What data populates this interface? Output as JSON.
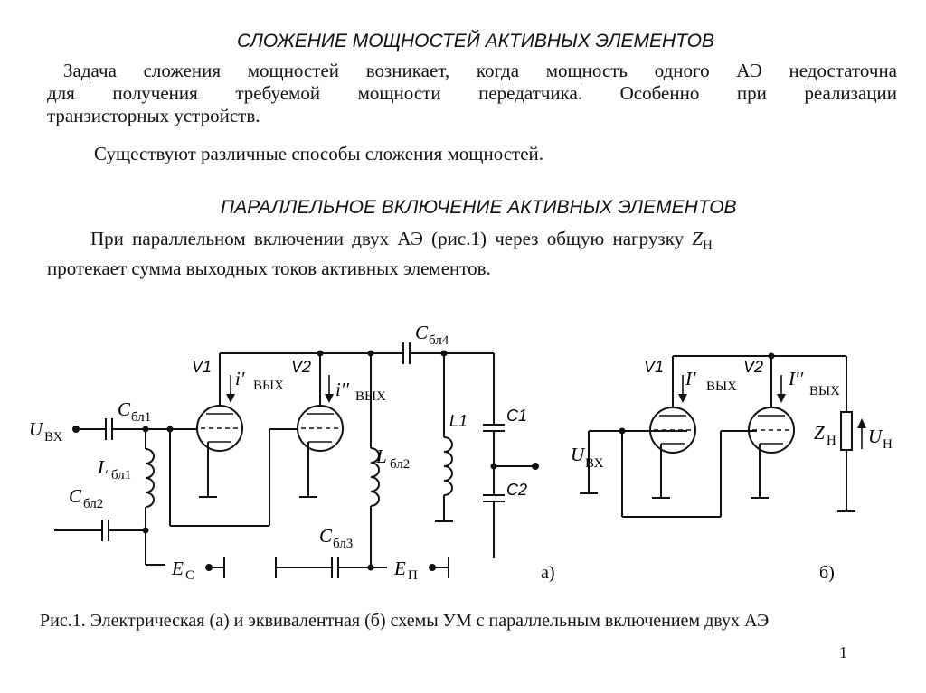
{
  "heading1": "СЛОЖЕНИЕ МОЩНОСТЕЙ АКТИВНЫХ ЭЛЕМЕНТОВ",
  "para1": {
    "line1": "Задача сложения мощностей возникает, когда мощность одного АЭ недостаточна",
    "line2": "для получения требуемой мощности передатчика. Особенно при реализации",
    "line3": "транзисторных устройств."
  },
  "para2": "Существуют различные способы сложения мощностей.",
  "heading2": "ПАРАЛЛЕЛЬНОЕ ВКЛЮЧЕНИЕ АКТИВНЫХ ЭЛЕМЕНТОВ",
  "para3": {
    "line1_a": "При параллельном включении двух АЭ (рис.1)  через общую нагрузку ",
    "line1_z": "Z",
    "line1_sub": "Н",
    "line2": "протекает сумма выходных токов активных элементов."
  },
  "diagram_a": {
    "v1": "V1",
    "v2": "V2",
    "i1_main": "i′",
    "i1_sub": "ВЫХ",
    "i2_main": "i′′",
    "i2_sub": "ВЫХ",
    "uin_main": "U",
    "uin_sub": "ВХ",
    "cbl1_main": "C",
    "cbl1_sub": "бл1",
    "lbl1_main": "L",
    "lbl1_sub": "бл1",
    "cbl2_main": "C",
    "cbl2_sub": "бл2",
    "cbl3_main": "C",
    "cbl3_sub": "бл3",
    "cbl4_main": "C",
    "cbl4_sub": "бл4",
    "lbl2_main": "L",
    "lbl2_sub": "бл2",
    "l1": "L1",
    "c1": "C1",
    "c2": "C2",
    "ec_main": "E",
    "ec_sub": "C",
    "ep_main": "E",
    "ep_sub": "П",
    "label": "а)"
  },
  "diagram_b": {
    "v1": "V1",
    "v2": "V2",
    "i1_main": "I′",
    "i1_sub": "ВЫХ",
    "i2_main": "I′′",
    "i2_sub": "ВЫХ",
    "uin_main": "U",
    "uin_sub": "ВХ",
    "zh_main": "Z",
    "zh_sub": "Н",
    "uh_main": "U",
    "uh_sub": "Н",
    "label": "б)"
  },
  "caption": "Рис.1. Электрическая (а) и эквивалентная (б) схемы УМ с параллельным включением двух АЭ",
  "page_number": "1"
}
